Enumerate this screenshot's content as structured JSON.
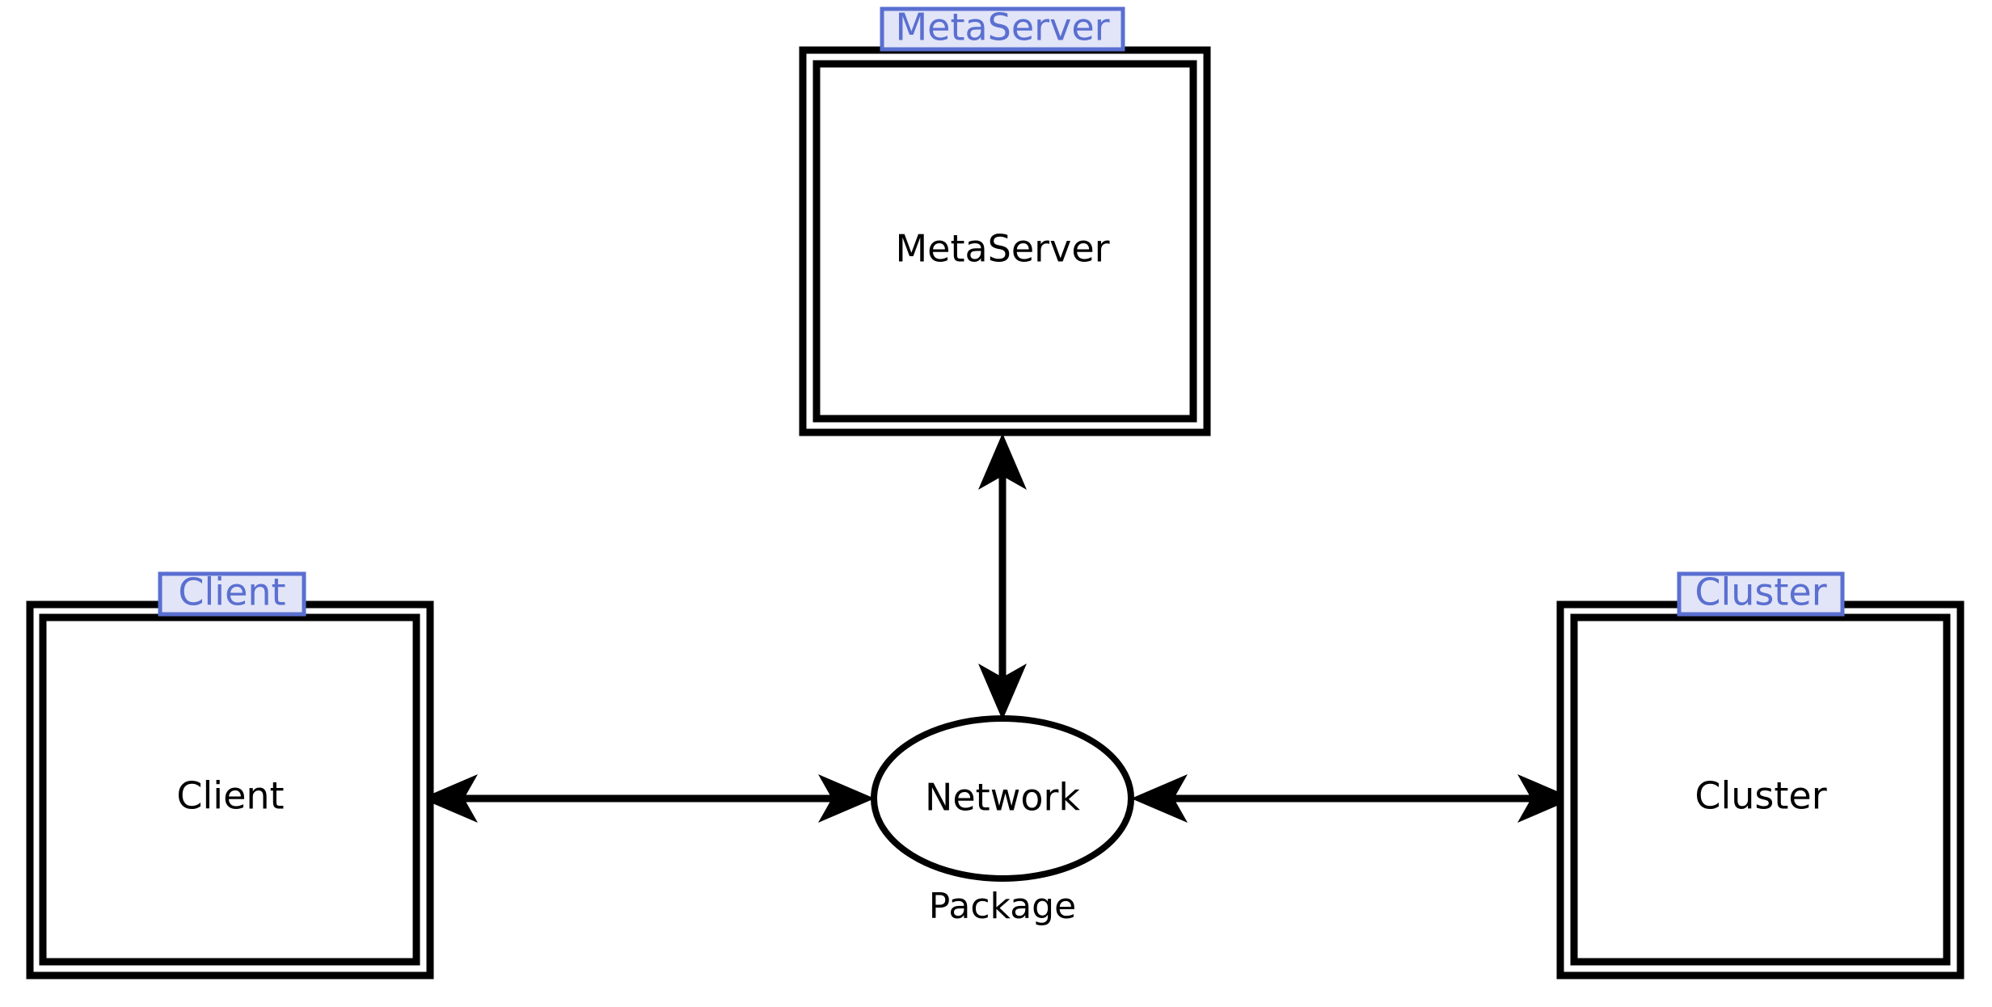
{
  "diagram": {
    "title": "MetaServer Client Cluster Network Package",
    "background_color": "#ffffff",
    "line_color": "#000000",
    "tag_fill_color": "#e2e4f8",
    "tag_border_color": "#5a6fd0",
    "tag_text_color": "#5a6fd0",
    "node_text_color": "#000000"
  },
  "clusters": [
    {
      "id": "metaserver",
      "tag_label": "MetaServer",
      "node_label": "MetaServer"
    },
    {
      "id": "client",
      "tag_label": "Client",
      "node_label": "Client"
    },
    {
      "id": "cluster",
      "tag_label": "Cluster",
      "node_label": "Cluster"
    }
  ],
  "nodes": [
    {
      "id": "network",
      "label": "Network",
      "shape": "ellipse",
      "caption": "Package"
    }
  ],
  "edges": [
    {
      "id": "metaserver-network",
      "from": "MetaServer",
      "to": "Network",
      "direction": "both",
      "orientation": "vertical"
    },
    {
      "id": "client-network",
      "from": "Client",
      "to": "Network",
      "direction": "both",
      "orientation": "horizontal"
    },
    {
      "id": "network-cluster",
      "from": "Network",
      "to": "Cluster",
      "direction": "both",
      "orientation": "horizontal"
    }
  ]
}
